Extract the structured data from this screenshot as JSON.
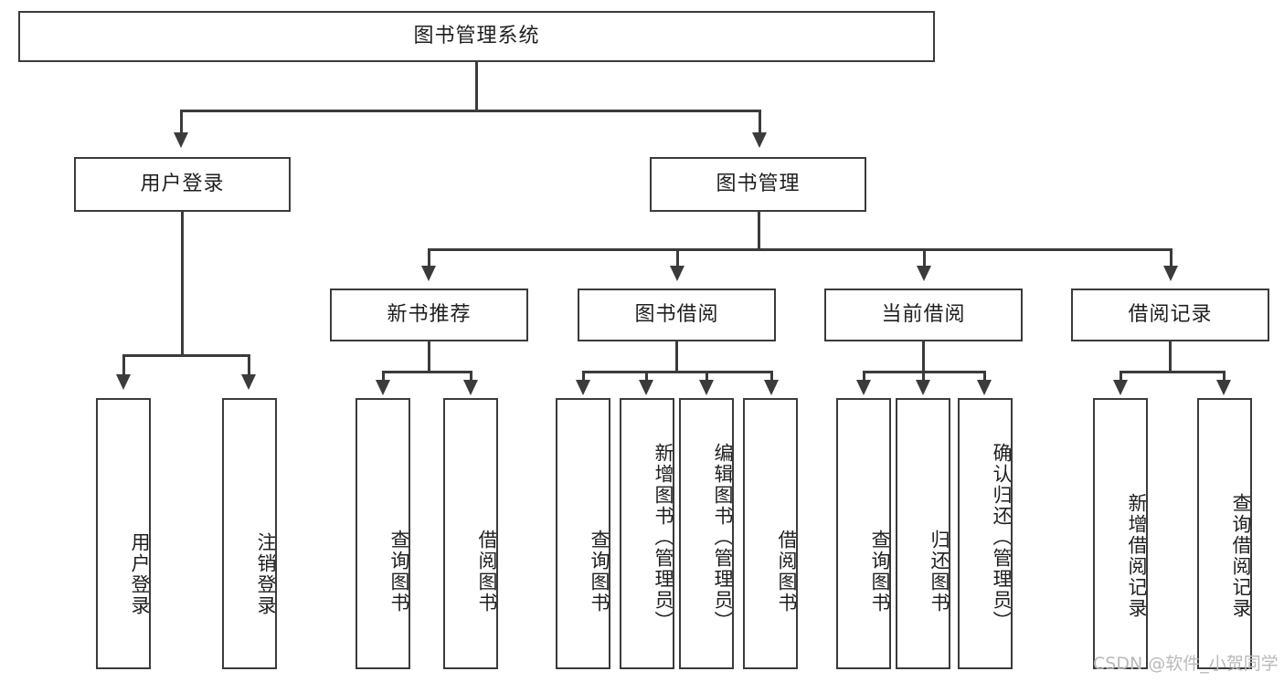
{
  "diagram": {
    "type": "tree-hierarchy-function-structure",
    "root": {
      "id": "root",
      "label": "图书管理系统",
      "orientation": "horizontal"
    },
    "level2": [
      {
        "id": "user-login",
        "label": "用户登录",
        "orientation": "horizontal"
      },
      {
        "id": "book-manage",
        "label": "图书管理",
        "orientation": "horizontal"
      }
    ],
    "level3": [
      {
        "id": "new-book-rec",
        "label": "新书推荐",
        "orientation": "horizontal",
        "parent": "book-manage"
      },
      {
        "id": "book-borrow",
        "label": "图书借阅",
        "orientation": "horizontal",
        "parent": "book-manage"
      },
      {
        "id": "current-borrow",
        "label": "当前借阅",
        "orientation": "horizontal",
        "parent": "book-manage"
      },
      {
        "id": "borrow-record",
        "label": "借阅记录",
        "orientation": "horizontal",
        "parent": "book-manage"
      }
    ],
    "leaves": [
      {
        "id": "leaf-user-login",
        "label": "用户登录",
        "parent": "user-login"
      },
      {
        "id": "leaf-user-logout",
        "label": "注销登录",
        "parent": "user-login"
      },
      {
        "id": "leaf-query-book-1",
        "label": "查询图书",
        "parent": "new-book-rec"
      },
      {
        "id": "leaf-borrow-book-1",
        "label": "借阅图书",
        "parent": "new-book-rec"
      },
      {
        "id": "leaf-query-book-2",
        "label": "查询图书",
        "parent": "book-borrow"
      },
      {
        "id": "leaf-add-book",
        "label": "新增图书（管理员）",
        "parent": "book-borrow"
      },
      {
        "id": "leaf-edit-book",
        "label": "编辑图书（管理员）",
        "parent": "book-borrow"
      },
      {
        "id": "leaf-borrow-book-2",
        "label": "借阅图书",
        "parent": "book-borrow"
      },
      {
        "id": "leaf-query-book-3",
        "label": "查询图书",
        "parent": "current-borrow"
      },
      {
        "id": "leaf-return-book",
        "label": "归还图书",
        "parent": "current-borrow"
      },
      {
        "id": "leaf-confirm-return",
        "label": "确认归还（管理员）",
        "parent": "current-borrow"
      },
      {
        "id": "leaf-add-record",
        "label": "新增借阅记录",
        "parent": "borrow-record"
      },
      {
        "id": "leaf-query-record",
        "label": "查询借阅记录",
        "parent": "borrow-record"
      }
    ]
  },
  "watermark": {
    "text": "CSDN @软件_小贺同学"
  },
  "colors": {
    "border": "#3b3b3b",
    "text": "#1f1f1f",
    "background": "#ffffff",
    "watermark": "#b9b9b9"
  }
}
